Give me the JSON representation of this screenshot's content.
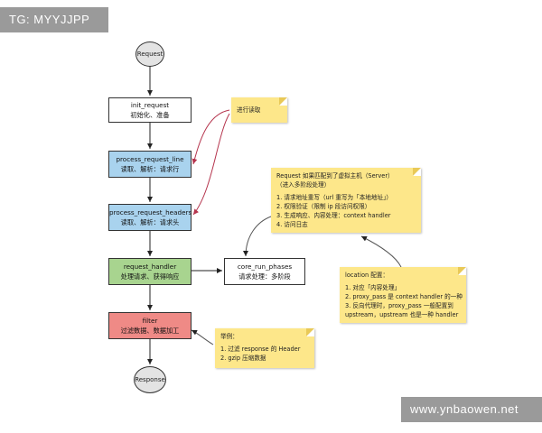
{
  "watermarks": {
    "top_left": "TG: MYYJJPP",
    "bottom_right": "www.ynbaowen.net"
  },
  "nodes": {
    "request": "Request",
    "init_request": {
      "title": "init_request",
      "desc": "初始化、准备"
    },
    "process_request_line": {
      "title": "process_request_line",
      "desc": "读取、解析：请求行"
    },
    "process_request_headers": {
      "title": "process_request_headers",
      "desc": "读取、解析：请求头"
    },
    "request_handler": {
      "title": "request_handler",
      "desc": "处理请求、获得响应"
    },
    "core_run_phases": {
      "title": "core_run_phases",
      "desc": "请求处理：多阶段"
    },
    "filter": {
      "title": "filter",
      "desc": "过滤数据、数据加工"
    },
    "response": "Response"
  },
  "notes": {
    "loop_read": "进行读取",
    "server_match": {
      "lines": [
        "Request 如果匹配到了虚拟主机（Server）",
        "（进入多阶段处理）",
        "",
        "1. 请求地址重写（url 重写为「本地地址」）",
        "2. 权限验证（限制 ip 段访问权限）",
        "3. 生成响应、内容处理：context handler",
        "4. 访问日志"
      ]
    },
    "location": {
      "lines": [
        "location 配置：",
        "",
        "1. 对应「内容处理」",
        "2. proxy_pass 是 context handler 的一种",
        "3. 反向代理时，proxy_pass 一般配置到",
        "upstream，upstream 也是一种 handler"
      ]
    },
    "filter_example": {
      "lines": [
        "举例：",
        "",
        "1. 过滤 response 的 Header",
        "2. gzip 压缩数据"
      ]
    }
  },
  "colors": {
    "node_white": "#ffffff",
    "node_blue": "#a9d3ee",
    "node_green": "#a8d48f",
    "node_red": "#ef8a86",
    "note_yellow": "#fde78a",
    "loop_arrow": "#b5344d",
    "arrow": "#222222",
    "circle": "#e3e3e3"
  }
}
